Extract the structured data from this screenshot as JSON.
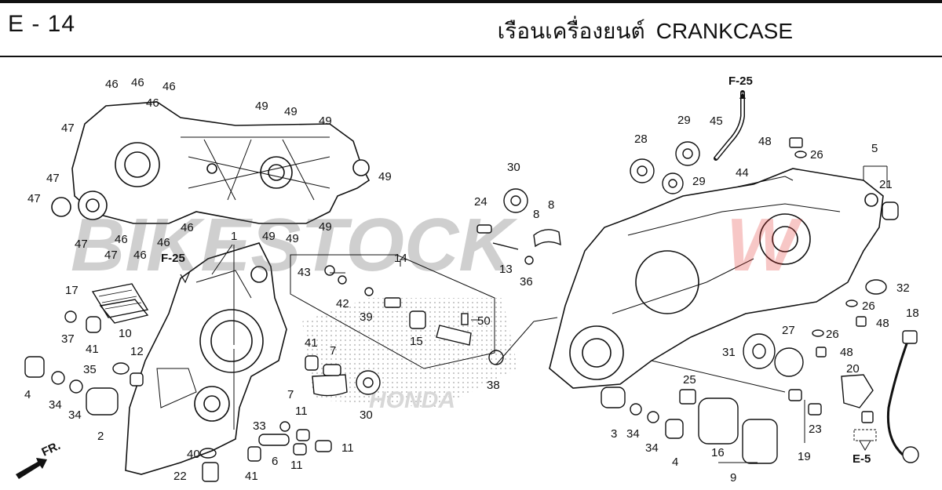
{
  "header": {
    "page_code": "E - 14",
    "title_thai": "เรือนเครื่องยนต์",
    "title_en": "CRANKCASE"
  },
  "watermark": {
    "text": "BIKESTOCK",
    "last_letter": "W",
    "accent_color": "#e53935"
  },
  "background_logo": "HONDA",
  "front_indicator": "FR.",
  "references": {
    "f25_left": "F-25",
    "f25_top": "F-25",
    "e5": "E-5"
  },
  "callouts": [
    {
      "id": "c1",
      "label": "1"
    },
    {
      "id": "c2",
      "label": "2"
    },
    {
      "id": "c3",
      "label": "3"
    },
    {
      "id": "c4a",
      "label": "4"
    },
    {
      "id": "c4b",
      "label": "4"
    },
    {
      "id": "c5",
      "label": "5"
    },
    {
      "id": "c6",
      "label": "6"
    },
    {
      "id": "c7a",
      "label": "7"
    },
    {
      "id": "c7b",
      "label": "7"
    },
    {
      "id": "c8a",
      "label": "8"
    },
    {
      "id": "c8b",
      "label": "8"
    },
    {
      "id": "c9",
      "label": "9"
    },
    {
      "id": "c10",
      "label": "10"
    },
    {
      "id": "c11a",
      "label": "11"
    },
    {
      "id": "c11b",
      "label": "11"
    },
    {
      "id": "c11c",
      "label": "11"
    },
    {
      "id": "c12",
      "label": "12"
    },
    {
      "id": "c13",
      "label": "13"
    },
    {
      "id": "c14",
      "label": "14"
    },
    {
      "id": "c15",
      "label": "15"
    },
    {
      "id": "c16",
      "label": "16"
    },
    {
      "id": "c17",
      "label": "17"
    },
    {
      "id": "c18",
      "label": "18"
    },
    {
      "id": "c19",
      "label": "19"
    },
    {
      "id": "c20",
      "label": "20"
    },
    {
      "id": "c21",
      "label": "21"
    },
    {
      "id": "c22",
      "label": "22"
    },
    {
      "id": "c23",
      "label": "23"
    },
    {
      "id": "c24",
      "label": "24"
    },
    {
      "id": "c25",
      "label": "25"
    },
    {
      "id": "c26a",
      "label": "26"
    },
    {
      "id": "c26b",
      "label": "26"
    },
    {
      "id": "c26c",
      "label": "26"
    },
    {
      "id": "c27",
      "label": "27"
    },
    {
      "id": "c28",
      "label": "28"
    },
    {
      "id": "c29a",
      "label": "29"
    },
    {
      "id": "c29b",
      "label": "29"
    },
    {
      "id": "c30a",
      "label": "30"
    },
    {
      "id": "c30b",
      "label": "30"
    },
    {
      "id": "c31",
      "label": "31"
    },
    {
      "id": "c32",
      "label": "32"
    },
    {
      "id": "c33",
      "label": "33"
    },
    {
      "id": "c34a",
      "label": "34"
    },
    {
      "id": "c34b",
      "label": "34"
    },
    {
      "id": "c34c",
      "label": "34"
    },
    {
      "id": "c34d",
      "label": "34"
    },
    {
      "id": "c35",
      "label": "35"
    },
    {
      "id": "c36",
      "label": "36"
    },
    {
      "id": "c37",
      "label": "37"
    },
    {
      "id": "c38",
      "label": "38"
    },
    {
      "id": "c39",
      "label": "39"
    },
    {
      "id": "c40",
      "label": "40"
    },
    {
      "id": "c41a",
      "label": "41"
    },
    {
      "id": "c41b",
      "label": "41"
    },
    {
      "id": "c41c",
      "label": "41"
    },
    {
      "id": "c42",
      "label": "42"
    },
    {
      "id": "c43",
      "label": "43"
    },
    {
      "id": "c44",
      "label": "44"
    },
    {
      "id": "c45",
      "label": "45"
    },
    {
      "id": "c46a",
      "label": "46"
    },
    {
      "id": "c46b",
      "label": "46"
    },
    {
      "id": "c46c",
      "label": "46"
    },
    {
      "id": "c46d",
      "label": "46"
    },
    {
      "id": "c46e",
      "label": "46"
    },
    {
      "id": "c46f",
      "label": "46"
    },
    {
      "id": "c46g",
      "label": "46"
    },
    {
      "id": "c46h",
      "label": "46"
    },
    {
      "id": "c47a",
      "label": "47"
    },
    {
      "id": "c47b",
      "label": "47"
    },
    {
      "id": "c47c",
      "label": "47"
    },
    {
      "id": "c47d",
      "label": "47"
    },
    {
      "id": "c47e",
      "label": "47"
    },
    {
      "id": "c48a",
      "label": "48"
    },
    {
      "id": "c48b",
      "label": "48"
    },
    {
      "id": "c48c",
      "label": "48"
    },
    {
      "id": "c49a",
      "label": "49"
    },
    {
      "id": "c49b",
      "label": "49"
    },
    {
      "id": "c49c",
      "label": "49"
    },
    {
      "id": "c49d",
      "label": "49"
    },
    {
      "id": "c49e",
      "label": "49"
    },
    {
      "id": "c49f",
      "label": "49"
    },
    {
      "id": "c49g",
      "label": "49"
    },
    {
      "id": "c50",
      "label": "50"
    }
  ]
}
